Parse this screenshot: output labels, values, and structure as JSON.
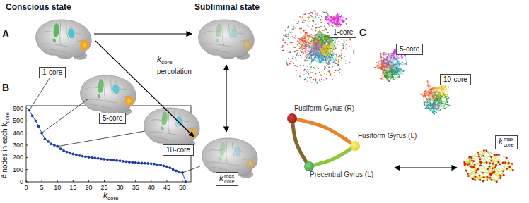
{
  "diagram": {
    "nodes": [
      {
        "text": [
          "1-core"
        ]
      },
      {
        "text": [
          "5-core"
        ]
      },
      {
        "text": [
          "10-core"
        ]
      },
      {
        "text": [
          "k",
          "max",
          "core"
        ]
      },
      {
        "text": [
          "1-core"
        ]
      },
      {
        "text": [
          "5-core"
        ]
      },
      {
        "text": [
          "10-core"
        ]
      },
      {
        "text": [
          "k",
          "max",
          "core"
        ]
      },
      {
        "text": [
          "Fusiform Gyrus (R)"
        ]
      },
      {
        "text": [
          "Fusiform Gyrus (L)"
        ]
      },
      {
        "text": [
          "Precentral Gyrus (L)"
        ]
      }
    ],
    "edges": [
      {
        "from": 8,
        "to": 9,
        "arrow": "none"
      },
      {
        "from": 8,
        "to": 10,
        "arrow": "none"
      },
      {
        "from": 9,
        "to": 10,
        "arrow": "none"
      }
    ],
    "labels": [
      "Conscious state",
      "Subliminal state",
      "A",
      "B",
      "C",
      "k",
      "core",
      "percolation",
      "0",
      "100",
      "200",
      "300",
      "400",
      "500",
      "600",
      "0",
      "5",
      "10",
      "15",
      "20",
      "25",
      "30",
      "35",
      "40",
      "45",
      "50",
      "# nodes in each k",
      "core",
      "k",
      "core"
    ]
  }
}
